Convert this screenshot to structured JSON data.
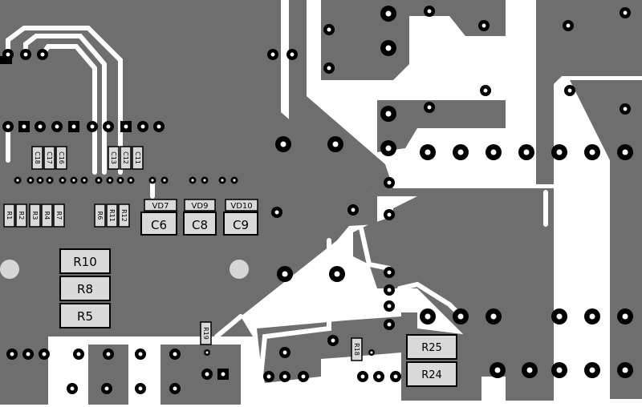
{
  "board": {
    "colors": {
      "background": "#ffffff",
      "copper": "#6e6e6e",
      "pad": "#000000",
      "hole": "#ffffff",
      "component_body": "#d9d9d9",
      "mount_hole": "#d6d6d6"
    },
    "components": [
      {
        "ref": "R10"
      },
      {
        "ref": "R8"
      },
      {
        "ref": "R5"
      },
      {
        "ref": "C6"
      },
      {
        "ref": "C8"
      },
      {
        "ref": "C9"
      },
      {
        "ref": "R25"
      },
      {
        "ref": "R24"
      },
      {
        "ref": "VD7"
      },
      {
        "ref": "VD9"
      },
      {
        "ref": "VD10"
      }
    ],
    "small_labels": [
      "C18",
      "C17",
      "C16",
      "C13",
      "C12",
      "C11",
      "R1",
      "R2",
      "R3",
      "R4",
      "R7",
      "R6",
      "R11",
      "R12",
      "R19",
      "R18"
    ]
  }
}
